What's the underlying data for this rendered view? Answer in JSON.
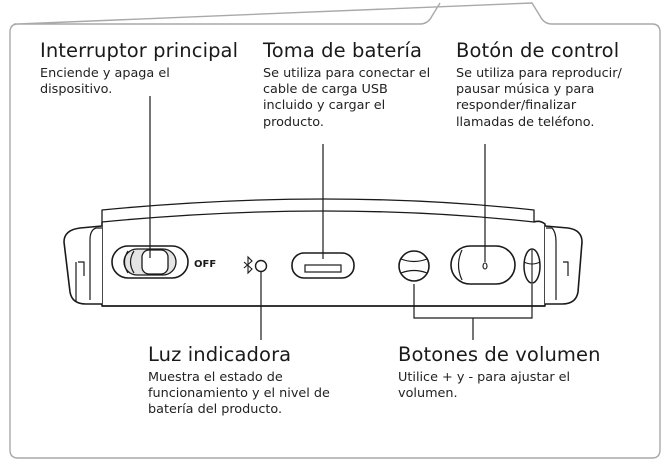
{
  "colors": {
    "frame": "#a9a9a9",
    "ink": "#1a1a1a",
    "fill_dark": "#cfcfcf",
    "fill_light": "#ffffff"
  },
  "callouts": {
    "power_switch": {
      "title": "Interruptor principal",
      "desc": "Enciende y apaga el dispositivo."
    },
    "battery_port": {
      "title": "Toma de batería",
      "desc": "Se utiliza para conectar el cable de carga USB incluido y cargar el producto."
    },
    "control_button": {
      "title": "Botón de control",
      "desc": "Se utiliza para reproducir/ pausar música y para responder/finalizar llamadas de teléfono."
    },
    "indicator": {
      "title": "Luz indicadora",
      "desc": "Muestra el estado de funcionamiento y el nivel de batería del producto."
    },
    "volume_buttons": {
      "title": "Botones de volumen",
      "desc": "Utilice + y - para ajustar el volumen."
    }
  },
  "device": {
    "off_label": "OFF",
    "bluetooth_icon": "bluetooth-icon"
  }
}
